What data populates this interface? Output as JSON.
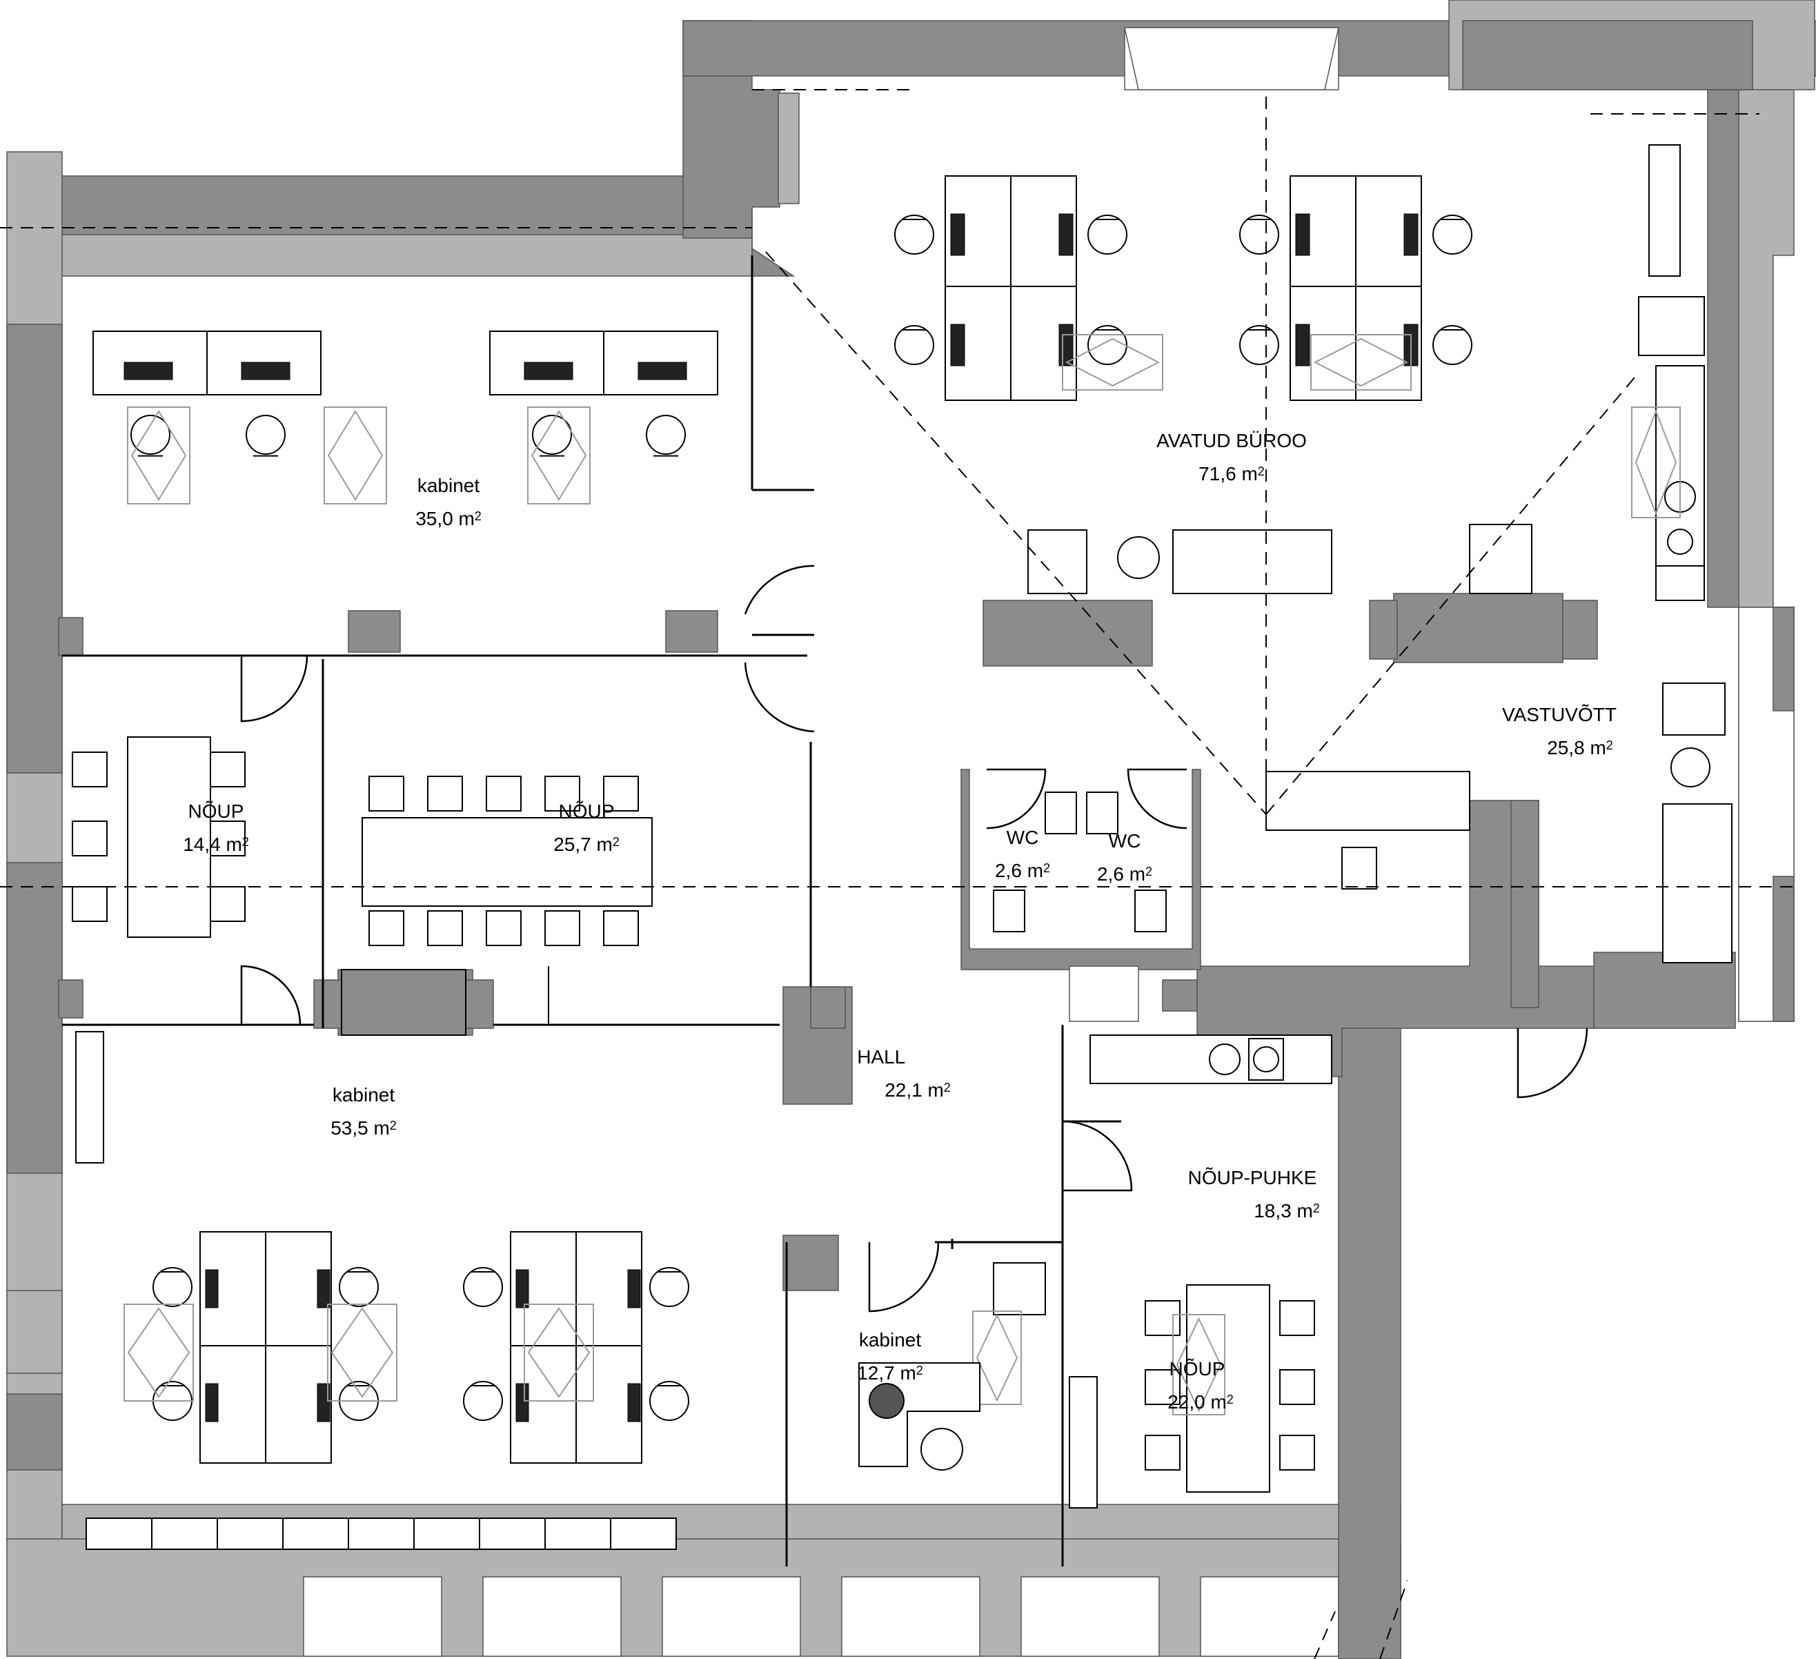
{
  "colors": {
    "wall": "#8c8c8c",
    "wall_light": "#b3b3b3",
    "wall_lighter": "#cccccc",
    "line": "#000000",
    "furniture_fill": "#ffffff",
    "window_outline": "#9a9a9a"
  },
  "unit": "m",
  "unit_superscript": "2",
  "rooms": [
    {
      "id": "kabinet-35",
      "name": "kabinet",
      "area": "35,0"
    },
    {
      "id": "avatud-byroo",
      "name": "AVATUD BÜROO",
      "area": "71,6"
    },
    {
      "id": "vastuvott",
      "name": "VASTUVÕTT",
      "area": "25,8"
    },
    {
      "id": "noup-14",
      "name": "NÕUP",
      "area": "14,4"
    },
    {
      "id": "noup-25",
      "name": "NÕUP",
      "area": "25,7"
    },
    {
      "id": "wc-1",
      "name": "WC",
      "area": "2,6"
    },
    {
      "id": "wc-2",
      "name": "WC",
      "area": "2,6"
    },
    {
      "id": "hall",
      "name": "HALL",
      "area": "22,1"
    },
    {
      "id": "kabinet-53",
      "name": "kabinet",
      "area": "53,5"
    },
    {
      "id": "noup-puhke",
      "name": "NÕUP-PUHKE",
      "area": "18,3"
    },
    {
      "id": "kabinet-12",
      "name": "kabinet",
      "area": "12,7"
    },
    {
      "id": "noup-22",
      "name": "NÕUP",
      "area": "22,0"
    }
  ]
}
